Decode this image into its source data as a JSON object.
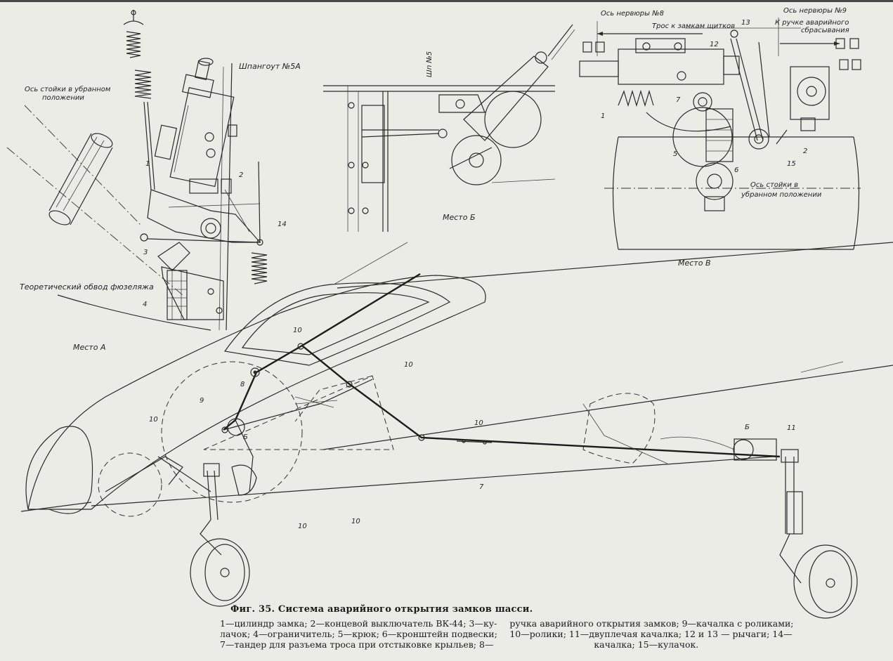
{
  "figure": {
    "title": "Фиг. 35. Система аварийного открытия замков шасси.",
    "legend_lines": {
      "left": [
        "1—цилиндр замка; 2—концевой выключатель ВК-44; 3—ку-",
        "лачок; 4—ограничитель; 5—крюк; 6—кронштейн подвески;",
        "7—тандер для разъема троса при отстыковке крыльев; 8—"
      ],
      "right": [
        "ручка аварийного открытия замков; 9—качалка с роликами;",
        "10—ролики; 11—двуплечая качалка; 12 и 13 — рычаги; 14—",
        "качалка; 15—кулачок."
      ]
    }
  },
  "labels": {
    "place_a": "Место А",
    "place_b": "Место Б",
    "place_v": "Место В",
    "frame": "Шпангоут №5А",
    "strut_axis_a_1": "Ось стойки в убранном",
    "strut_axis_a_2": "положении",
    "fuselage_contour": "Теоретический обвод фюзеляжа",
    "rib8": "Ось нервюры №8",
    "rib9": "Ось нервюры №9",
    "cable_to_flaps": "Трос к замкам щитков",
    "to_handle_1": "К ручке аварийного",
    "to_handle_2": "сбрасывания",
    "strut_axis_v_1": "Ось стойки в",
    "strut_axis_v_2": "убранном положении",
    "b_small": "Б",
    "frame_b": "Шп №5"
  },
  "numbers": {
    "n1": "1",
    "n2": "2",
    "n3": "3",
    "n4": "4",
    "n5": "5",
    "n6": "6",
    "n7": "7",
    "n8": "8",
    "n9": "9",
    "n10": "10",
    "n11": "11",
    "n12": "12",
    "n13": "13",
    "n14": "14",
    "n15": "15"
  }
}
